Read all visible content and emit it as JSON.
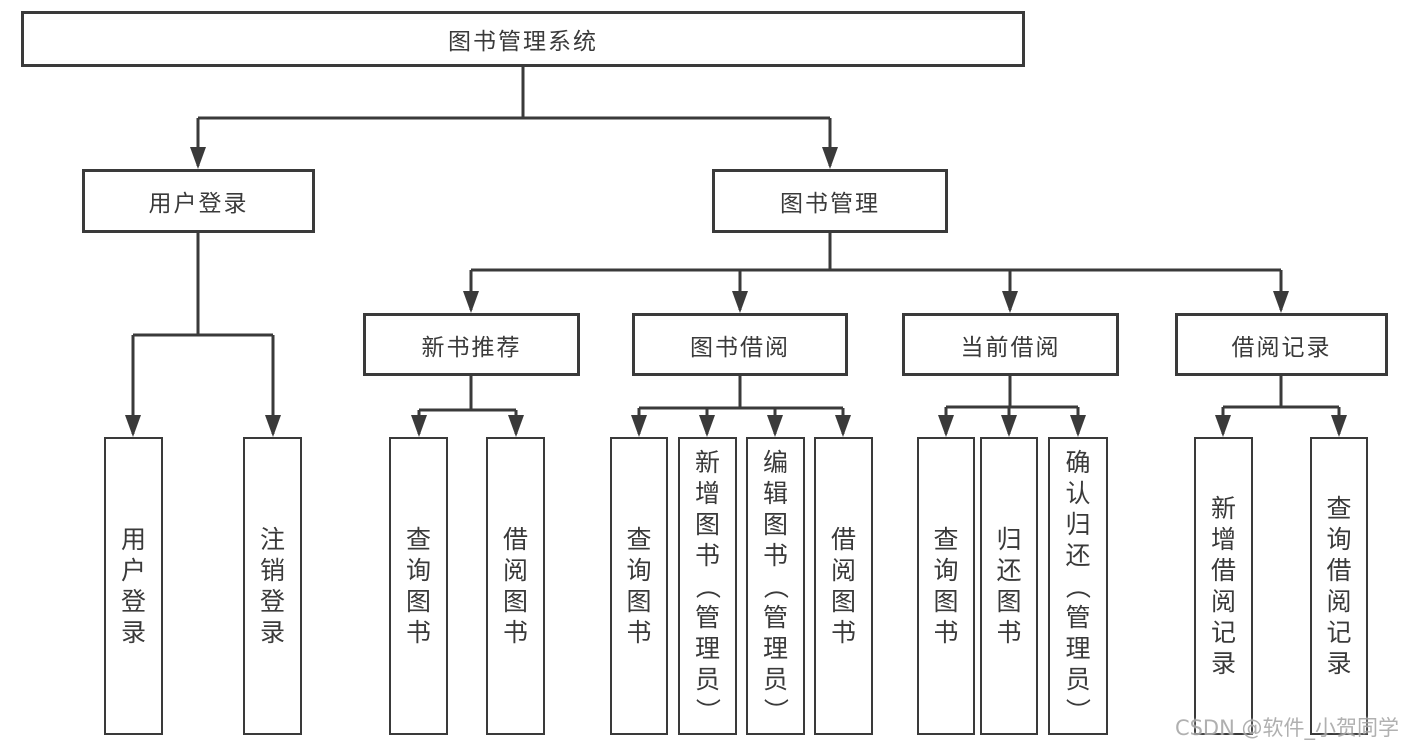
{
  "tree": {
    "label": "图书管理系统",
    "children": [
      {
        "label": "用户登录",
        "children": [
          {
            "label": "用户登录"
          },
          {
            "label": "注销登录"
          }
        ]
      },
      {
        "label": "图书管理",
        "children": [
          {
            "label": "新书推荐",
            "children": [
              {
                "label": "查询图书"
              },
              {
                "label": "借阅图书"
              }
            ]
          },
          {
            "label": "图书借阅",
            "children": [
              {
                "label": "查询图书"
              },
              {
                "label": "新增图书（管理员）"
              },
              {
                "label": "编辑图书（管理员）"
              },
              {
                "label": "借阅图书"
              }
            ]
          },
          {
            "label": "当前借阅",
            "children": [
              {
                "label": "查询图书"
              },
              {
                "label": "归还图书"
              },
              {
                "label": "确认归还（管理员）"
              }
            ]
          },
          {
            "label": "借阅记录",
            "children": [
              {
                "label": "新增借阅记录"
              },
              {
                "label": "查询借阅记录"
              }
            ]
          }
        ]
      }
    ]
  },
  "colors": {
    "line": "#3a3a3a",
    "text": "#3a3a3a",
    "watermark": "#a8a8a8",
    "background": "#ffffff"
  },
  "watermark": {
    "text": "CSDN @软件_小贺同学"
  }
}
